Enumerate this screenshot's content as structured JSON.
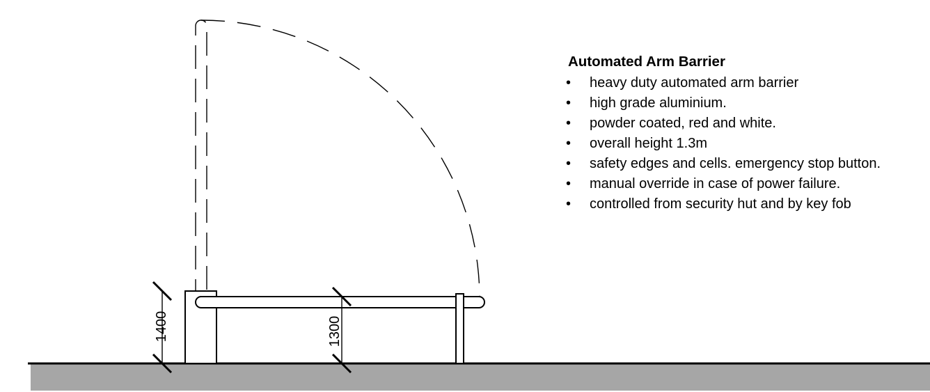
{
  "title": "Automated Arm Barrier",
  "bullet_glyph": "•",
  "features": [
    "heavy duty automated arm barrier",
    "high grade aluminium.",
    "powder coated, red and white.",
    "overall height 1.3m",
    "safety edges and cells. emergency stop button.",
    "manual override in case of power failure.",
    "controlled from security hut and by key fob"
  ],
  "dimensions": {
    "post_height": "1400",
    "arm_height": "1300"
  },
  "colors": {
    "ground_fill": "#a6a6a6",
    "line": "#000000"
  }
}
